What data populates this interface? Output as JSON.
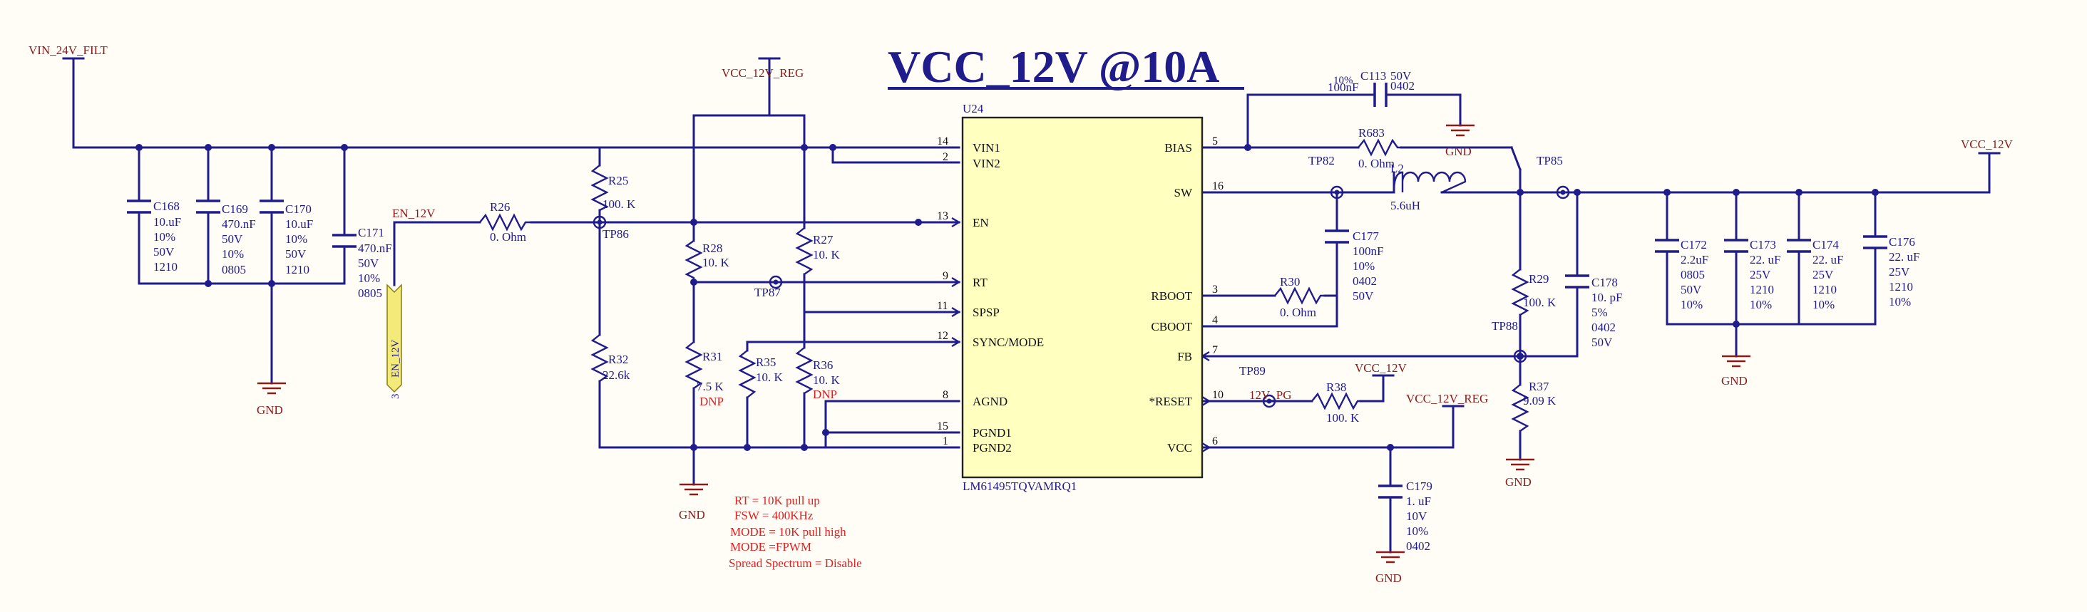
{
  "title": "VCC_12V @10A",
  "chip": {
    "ref": "U24",
    "part": "LM61495TQVAMRQ1",
    "pins_left": [
      {
        "num": "14",
        "name": "VIN1"
      },
      {
        "num": "2",
        "name": "VIN2"
      },
      {
        "num": "13",
        "name": "EN"
      },
      {
        "num": "9",
        "name": "RT"
      },
      {
        "num": "11",
        "name": "SPSP"
      },
      {
        "num": "12",
        "name": "SYNC/MODE"
      },
      {
        "num": "8",
        "name": "AGND"
      },
      {
        "num": "15",
        "name": "PGND1"
      },
      {
        "num": "1",
        "name": "PGND2"
      }
    ],
    "pins_right": [
      {
        "num": "5",
        "name": "BIAS"
      },
      {
        "num": "16",
        "name": "SW"
      },
      {
        "num": "3",
        "name": "RBOOT"
      },
      {
        "num": "4",
        "name": "CBOOT"
      },
      {
        "num": "7",
        "name": "FB"
      },
      {
        "num": "10",
        "name": "*RESET"
      },
      {
        "num": "6",
        "name": "VCC"
      }
    ]
  },
  "nets": {
    "vin": "VIN_24V_FILT",
    "vcc_reg": "VCC_12V_REG",
    "vcc_out": "VCC_12V",
    "en": "EN_12V",
    "pg": "12V_PG",
    "gnd": "GND"
  },
  "flag": {
    "pin": "3",
    "text": "EN_12V"
  },
  "testpoints": [
    "TP86",
    "TP87",
    "TP82",
    "TP85",
    "TP88",
    "TP89"
  ],
  "components": {
    "C168": [
      "C168",
      "10.uF",
      "10%",
      "50V",
      "1210"
    ],
    "C169": [
      "C169",
      "470.nF",
      "50V",
      "10%",
      "0805"
    ],
    "C170": [
      "C170",
      "10.uF",
      "10%",
      "50V",
      "1210"
    ],
    "C171": [
      "C171",
      "470.nF",
      "50V",
      "10%",
      "0805"
    ],
    "R26": [
      "R26",
      "0. Ohm"
    ],
    "R25": [
      "R25",
      "100. K"
    ],
    "R32": [
      "R32",
      "22.6k"
    ],
    "R28": [
      "R28",
      "10. K"
    ],
    "R27": [
      "R27",
      "10. K"
    ],
    "R31": [
      "R31",
      "7.5 K",
      "DNP"
    ],
    "R35": [
      "R35",
      "10. K"
    ],
    "R36": [
      "R36",
      "10. K",
      "DNP"
    ],
    "C113": [
      "10%",
      "C113",
      "50V",
      "100nF",
      "0402"
    ],
    "R683": [
      "R683",
      "0. Ohm"
    ],
    "L2": [
      "L2",
      "5.6uH"
    ],
    "C177": [
      "C177",
      "100nF",
      "10%",
      "0402",
      "50V"
    ],
    "R30": [
      "R30",
      "0. Ohm"
    ],
    "R38": [
      "R38",
      "100. K"
    ],
    "C179": [
      "C179",
      "1. uF",
      "10V",
      "10%",
      "0402"
    ],
    "R29": [
      "R29",
      "100. K"
    ],
    "R37": [
      "R37",
      "9.09 K"
    ],
    "C178": [
      "C178",
      "10. pF",
      "5%",
      "0402",
      "50V"
    ],
    "C172": [
      "C172",
      "2.2uF",
      "0805",
      "50V",
      "10%"
    ],
    "C173": [
      "C173",
      "22. uF",
      "25V",
      "1210",
      "10%"
    ],
    "C174": [
      "C174",
      "22. uF",
      "25V",
      "1210",
      "10%"
    ],
    "C176": [
      "C176",
      "22. uF",
      "25V",
      "1210",
      "10%"
    ]
  },
  "notes": [
    "RT = 10K pull up",
    "FSW = 400KHz",
    "MODE = 10K pull high",
    "MODE =FPWM",
    "Spread Spectrum = Disable"
  ]
}
